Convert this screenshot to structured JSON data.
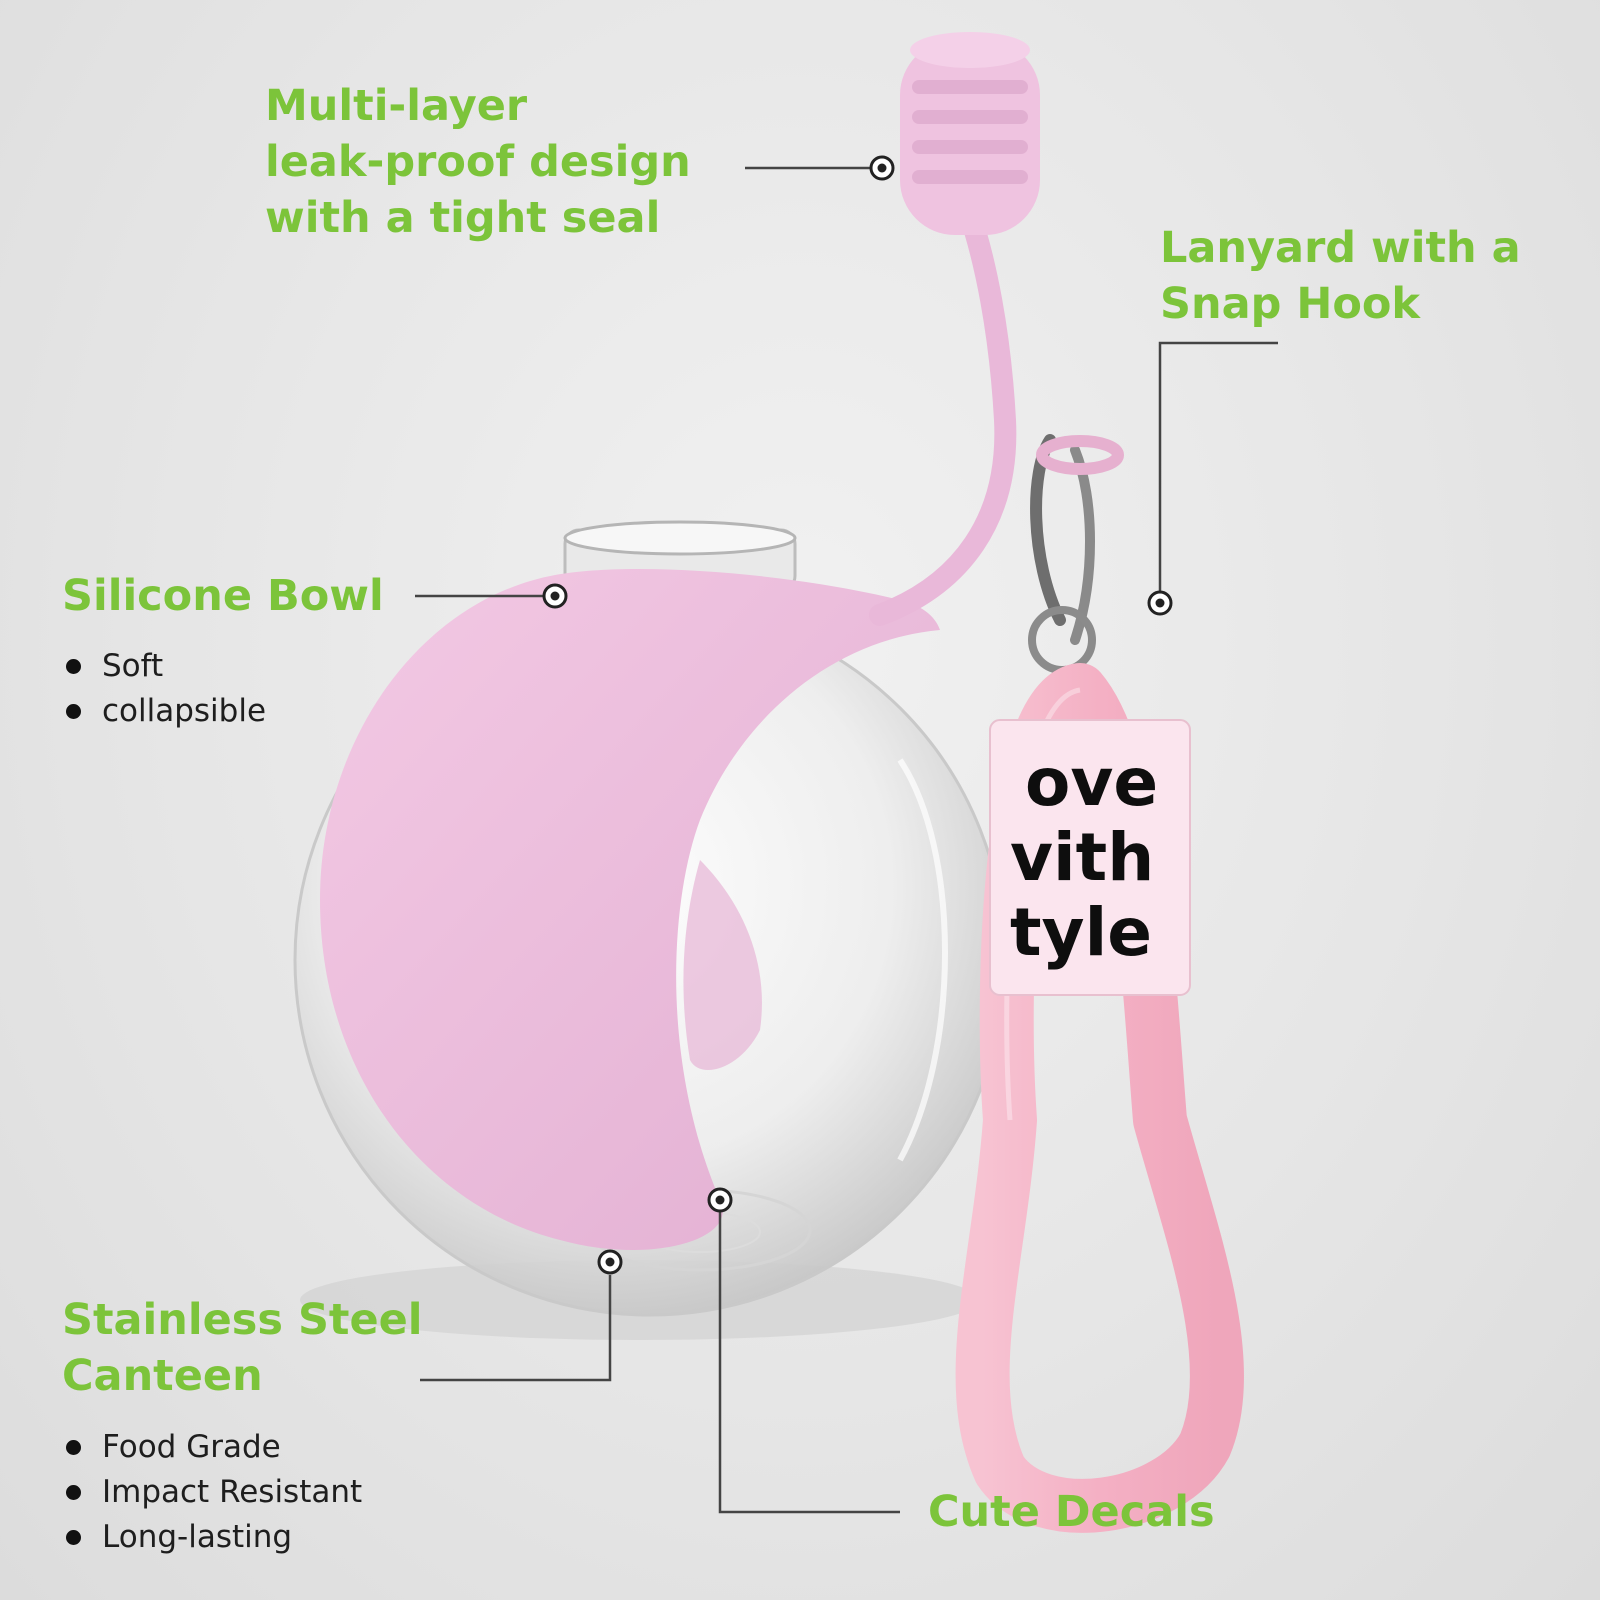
{
  "colors": {
    "label_green": "#7cc43a",
    "silicone_pink": "#ecbfde",
    "strap_pink": "#f4b6c8",
    "leader_gray": "#444444"
  },
  "callouts": {
    "leak_proof": "Multi-layer\nleak-proof design\nwith a tight seal",
    "lanyard": "Lanyard with a\nSnap Hook",
    "silicone_bowl": {
      "title": "Silicone Bowl",
      "features": [
        "Soft",
        "collapsible"
      ]
    },
    "canteen": {
      "title": "Stainless Steel\nCanteen",
      "features": [
        "Food Grade",
        "Impact Resistant",
        "Long-lasting"
      ]
    },
    "decals": "Cute Decals"
  },
  "product_tag": {
    "lines": [
      "ove",
      "vith",
      "tyle"
    ]
  },
  "icons": {
    "leader_marker": "target-dot-icon",
    "bullet": "bullet-dot-icon"
  }
}
